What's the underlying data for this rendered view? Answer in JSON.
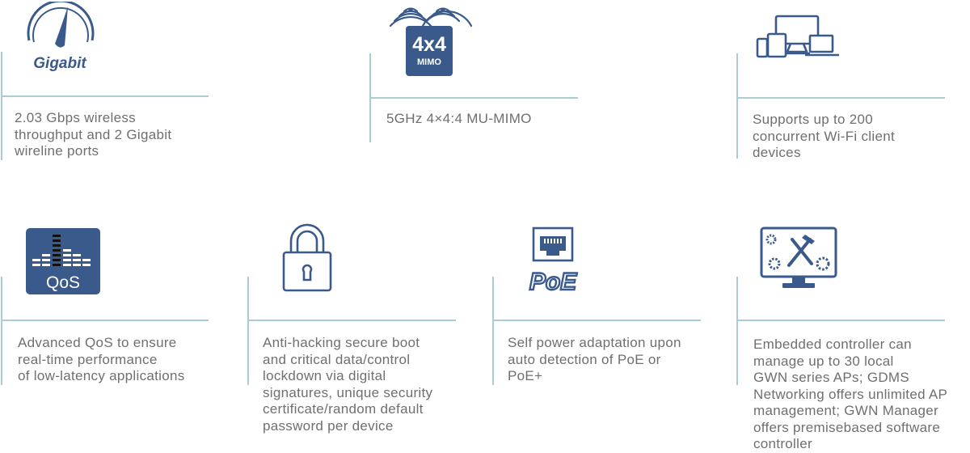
{
  "colors": {
    "icon_blue": "#3a5a8c",
    "line": "#a9cdd8",
    "text": "#6f6f6f"
  },
  "features": [
    {
      "icon": "gigabit-speedometer-icon",
      "icon_label": "Gigabit",
      "description": "2.03 Gbps wireless\nthroughput and 2 Gigabit\nwireline ports"
    },
    {
      "icon": "mimo-wifi-icon",
      "icon_label_main": "4x4",
      "icon_label_sub": "MIMO",
      "description": "5GHz 4×4:4 MU-MIMO"
    },
    {
      "icon": "devices-icon",
      "description": "Supports up to 200\nconcurrent Wi-Fi client\ndevices"
    },
    {
      "icon": "qos-equalizer-icon",
      "icon_label": "QoS",
      "description": "Advanced QoS to ensure\nreal-time performance\nof low-latency applications"
    },
    {
      "icon": "padlock-icon",
      "description": "Anti-hacking secure boot\nand critical data/control\nlockdown via digital\nsignatures, unique security\ncertificate/random default\npassword per device"
    },
    {
      "icon": "poe-port-icon",
      "icon_label": "PoE",
      "description": "Self power adaptation upon\nauto detection of PoE or\nPoE+"
    },
    {
      "icon": "controller-tools-icon",
      "description": "Embedded controller can\nmanage up to 30 local\nGWN series APs; GDMS\nNetworking offers unlimited AP\nmanagement; GWN Manager\noffers premisebased software\ncontroller"
    }
  ]
}
